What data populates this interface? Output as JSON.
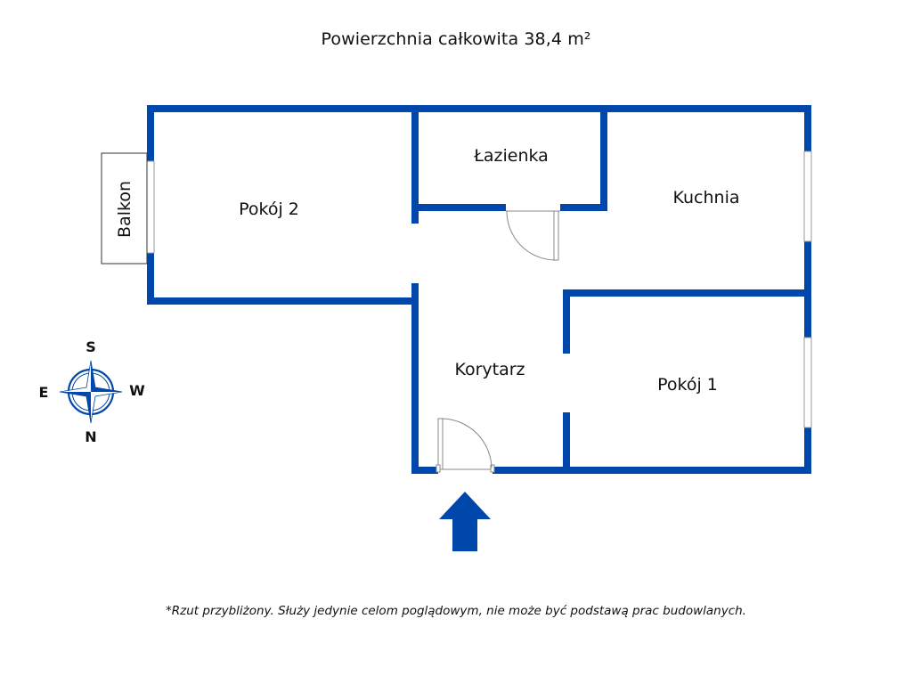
{
  "title": "Powierzchnia całkowita 38,4 m²",
  "footnote": "*Rzut przybliżony. Służy jedynie celom poglądowym, nie może być podstawą prac budowlanych.",
  "colors": {
    "wall": "#0047AB",
    "window": "#ffffff",
    "door_line": "#888888"
  },
  "rooms": {
    "pokoj2": "Pokój 2",
    "lazienka": "Łazienka",
    "kuchnia": "Kuchnia",
    "korytarz": "Korytarz",
    "pokoj1": "Pokój 1",
    "balkon": "Balkon"
  },
  "compass": {
    "top": "S",
    "bottom": "N",
    "left": "E",
    "right": "W"
  },
  "entrance_icon": "arrow-up-icon"
}
